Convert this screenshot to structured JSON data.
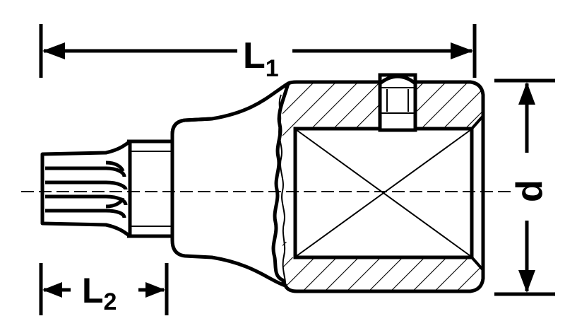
{
  "labels": {
    "l1": {
      "main": "L",
      "sub": "1"
    },
    "l2": {
      "main": "L",
      "sub": "2"
    },
    "d": "d"
  },
  "colors": {
    "ink": "#000000",
    "paper": "#ffffff"
  }
}
